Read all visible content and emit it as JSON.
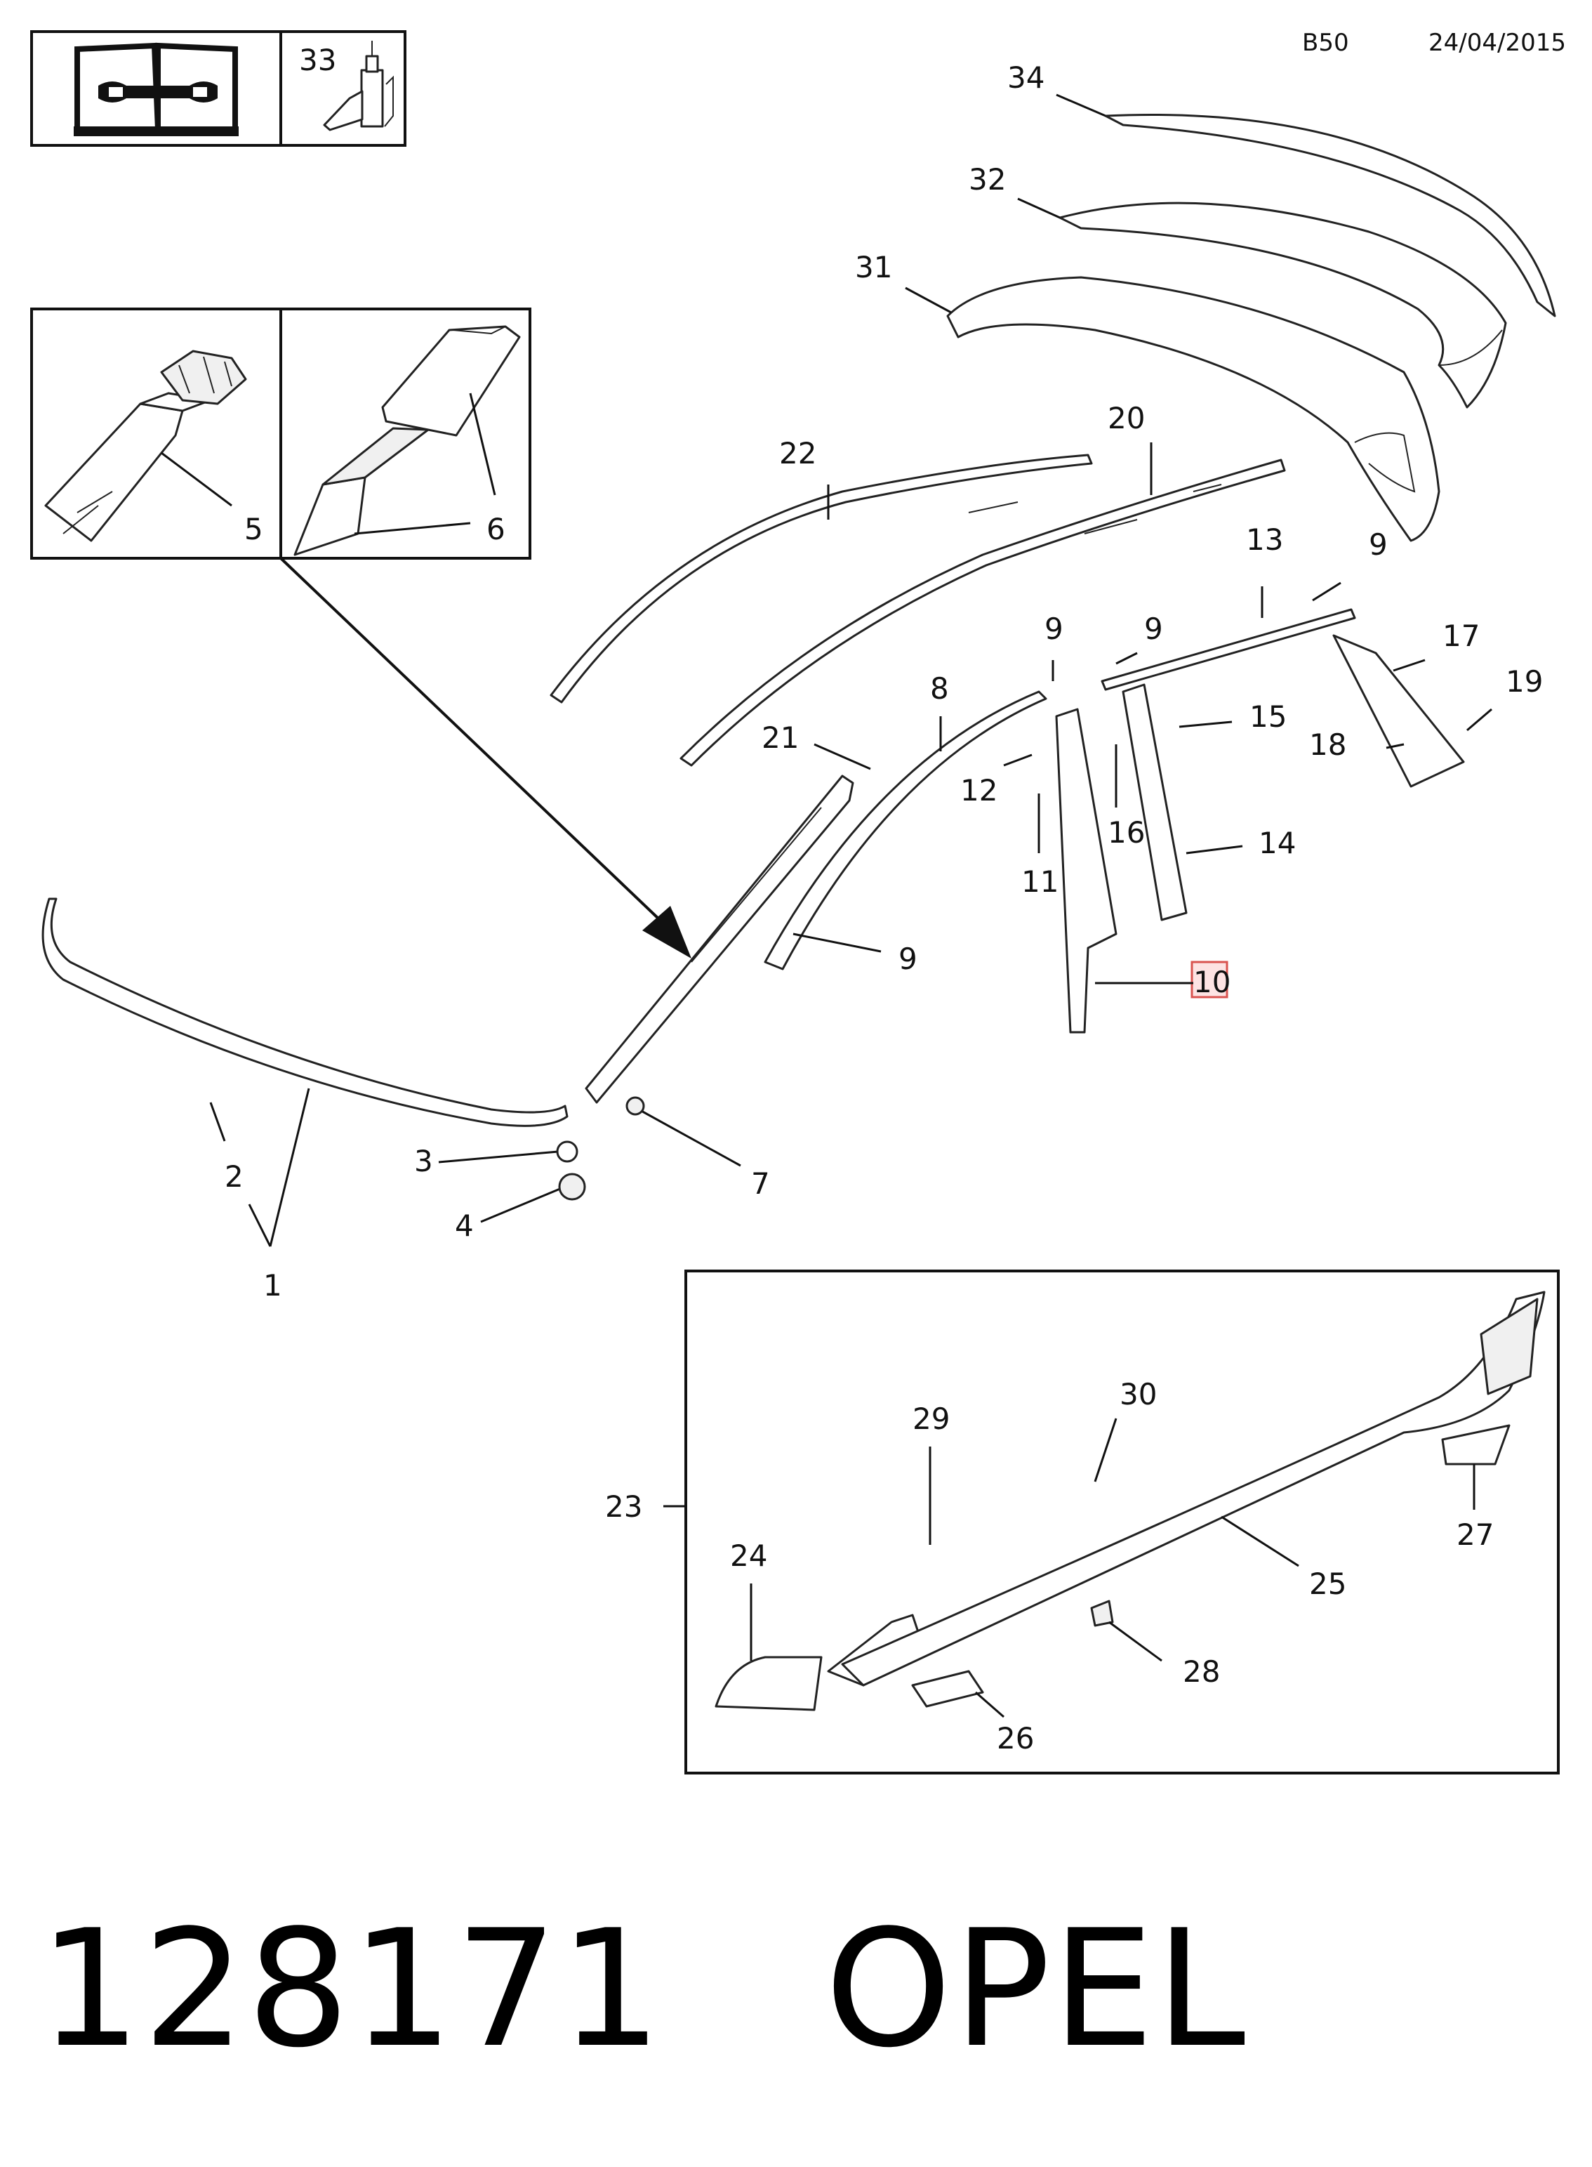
{
  "header": {
    "code": "B50",
    "date": "24/04/2015"
  },
  "inset_top": {
    "callout": "33"
  },
  "detail_inset": {
    "callouts": [
      "5",
      "6"
    ]
  },
  "callouts": [
    "34",
    "32",
    "31",
    "22",
    "20",
    "13",
    "9",
    "9",
    "9",
    "17",
    "19",
    "15",
    "18",
    "21",
    "8",
    "12",
    "16",
    "14",
    "11",
    "9",
    "10",
    "1",
    "2",
    "3",
    "4",
    "7"
  ],
  "rocker_inset": {
    "label": "23",
    "callouts": [
      "29",
      "30",
      "27",
      "24",
      "25",
      "28",
      "26"
    ]
  },
  "footer": {
    "part_number": "128171",
    "brand": "OPEL"
  },
  "highlighted_callout": "10",
  "colors": {
    "highlight_border": "#d9534f",
    "highlight_fill": "#fde3e3",
    "line": "#222222"
  }
}
